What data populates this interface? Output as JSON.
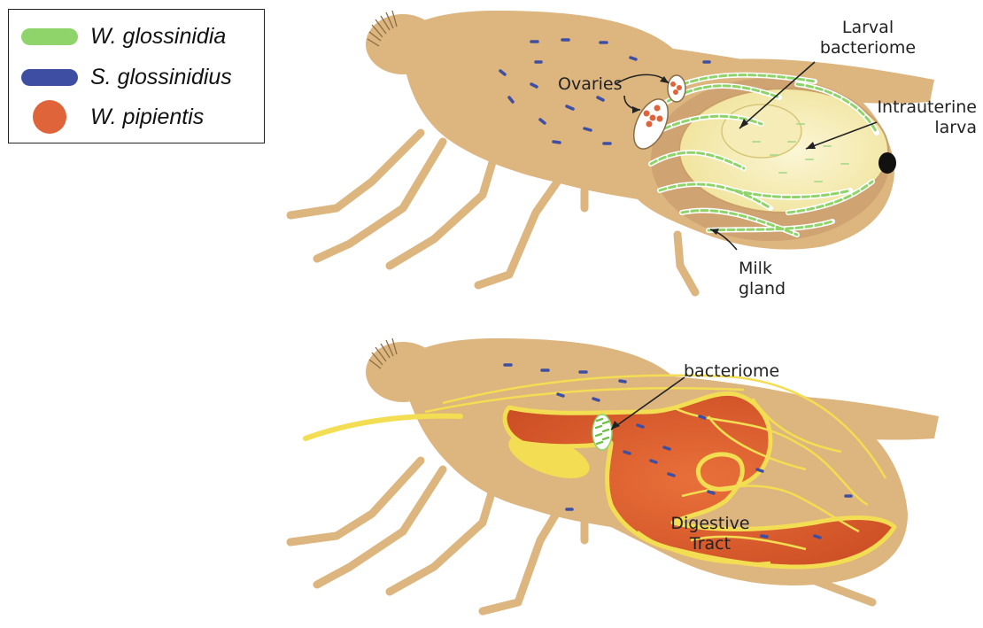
{
  "legend": {
    "items": [
      {
        "label": "W. glossinidia",
        "color": "#8fd46b",
        "shape": "capsule"
      },
      {
        "label": "S. glossinidius",
        "color": "#3e4fa3",
        "shape": "capsule"
      },
      {
        "label": "W. pipientis",
        "color": "#e0643a",
        "shape": "circle"
      }
    ]
  },
  "top_panel": {
    "labels": {
      "ovaries": "Ovaries",
      "larval_bacteriome_1": "Larval",
      "larval_bacteriome_2": "bacteriome",
      "intrauterine_1": "Intrauterine",
      "intrauterine_2": "larva",
      "milk_gland_1": "Milk",
      "milk_gland_2": "gland"
    }
  },
  "bottom_panel": {
    "labels": {
      "bacteriome": "bacteriome",
      "digestive_1": "Digestive",
      "digestive_2": "Tract"
    }
  },
  "colors": {
    "body": "#ddb57f",
    "body_outline": "#c9a06a",
    "milk_gland": "#f7e9a6",
    "gut": "#e2622e",
    "gut_outline": "#f3dd52"
  }
}
